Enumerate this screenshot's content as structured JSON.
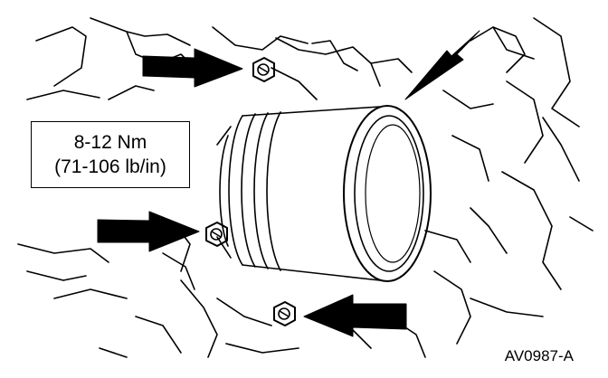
{
  "torque_spec": {
    "metric": "8-12 Nm",
    "imperial": "(71-106 lb/in)"
  },
  "figure_id": "AV0987-A",
  "colors": {
    "ink": "#000000",
    "paper": "#ffffff"
  },
  "icons": {
    "pointer": "arrow-icon",
    "fastener": "bolt-icon"
  }
}
